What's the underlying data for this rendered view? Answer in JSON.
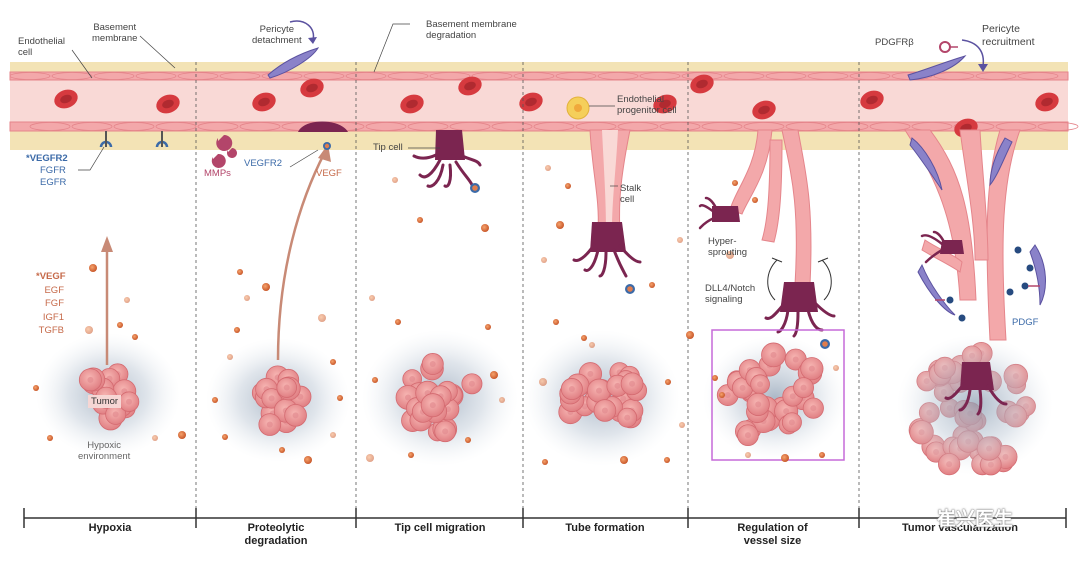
{
  "labels": {
    "endothelial_cell": [
      "Endothelial",
      "cell"
    ],
    "basement_membrane": [
      "Basement",
      "membrane"
    ],
    "pericyte_detachment": [
      "Pericyte",
      "detachment"
    ],
    "bm_degradation": [
      "Basement membrane",
      "degradation"
    ],
    "pdgfrb": "PDGFRβ",
    "pericyte_recruitment": [
      "Pericyte",
      "recruitment"
    ],
    "receptors": [
      "*VEGFR2",
      "FGFR",
      "EGFR"
    ],
    "mmps": "MMPs",
    "vegfr2": "VEGFR2",
    "vegf": "VEGF",
    "tip_cell": "Tip cell",
    "epc": [
      "Endothelial",
      "progenitor cell"
    ],
    "stalk_cell": [
      "Stalk",
      "cell"
    ],
    "hyper_sprouting": [
      "Hyper-",
      "sprouting"
    ],
    "dll4_notch": [
      "DLL4/Notch",
      "signaling"
    ],
    "pdgf": "PDGF",
    "factors": [
      "*VEGF",
      "EGF",
      "FGF",
      "IGF1",
      "TGFB"
    ],
    "tumor": "Tumor",
    "hypoxic": [
      "Hypoxic",
      "environment"
    ]
  },
  "stages": [
    [
      "Hypoxia"
    ],
    [
      "Proteolytic",
      "degradation"
    ],
    [
      "Tip cell migration"
    ],
    [
      "Tube formation"
    ],
    [
      "Regulation of",
      "vessel size"
    ],
    [
      "Tumor vascularization"
    ]
  ],
  "watermark": "崔兴医生",
  "colors": {
    "vessel": "#f8d4d2",
    "membrane": "#f3e3b5",
    "endothelium": "#f3a4a7",
    "rbc": "#d63a3f",
    "tip": "#7b2550",
    "pericyte": "#8a82c9",
    "factor": "#e07d4d"
  }
}
